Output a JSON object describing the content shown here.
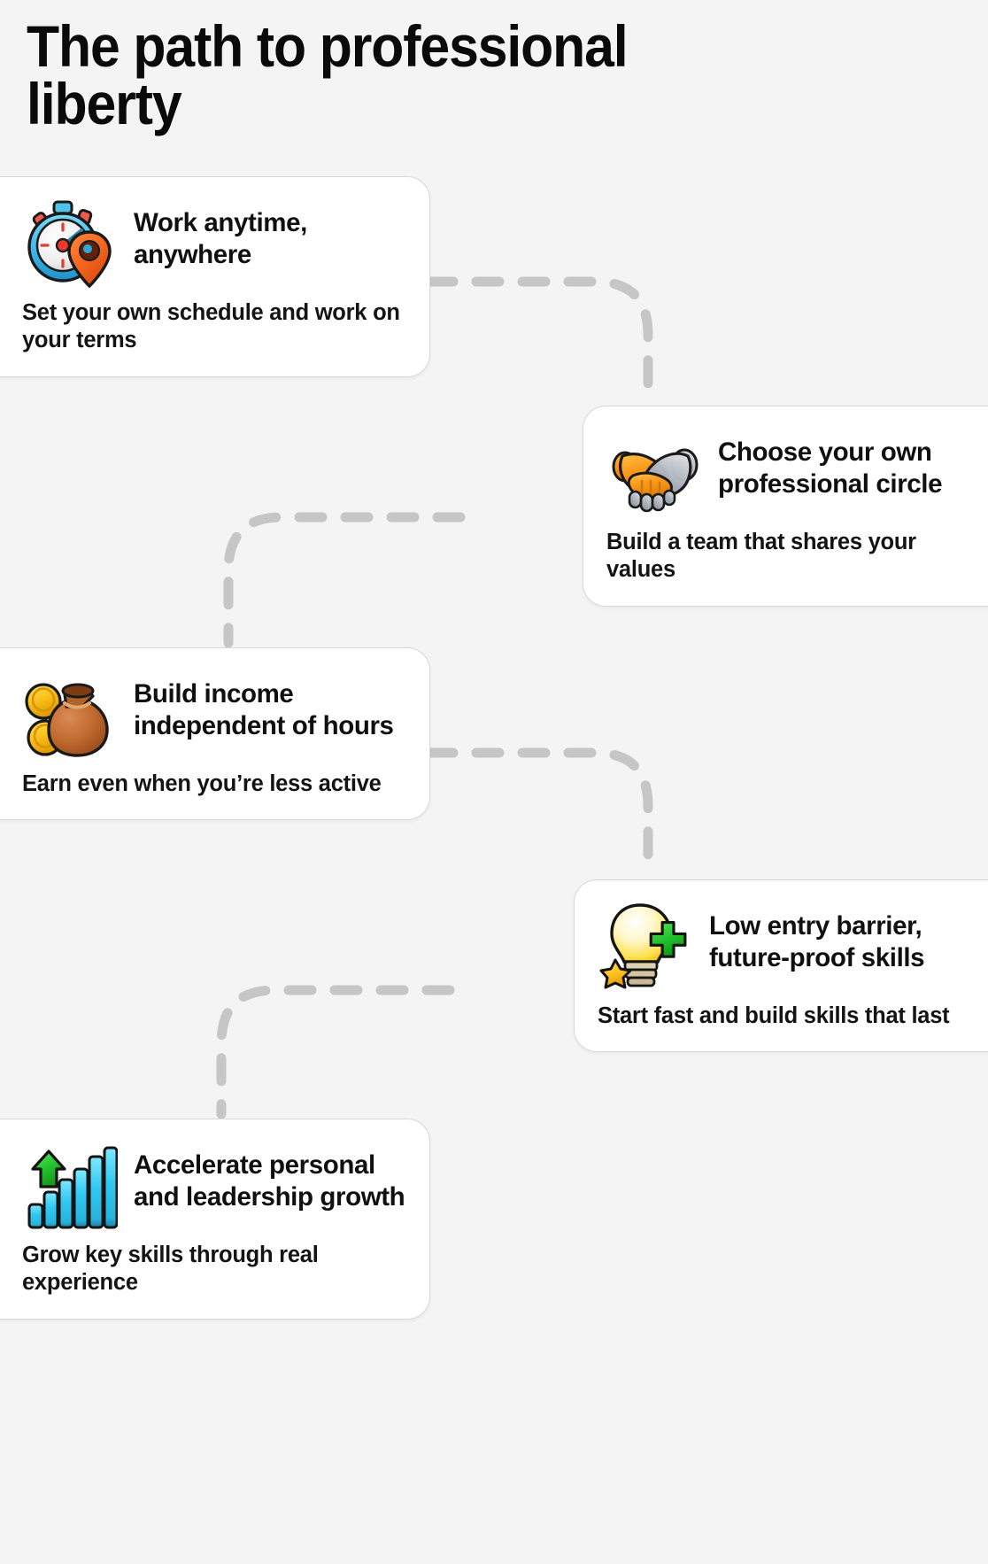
{
  "page": {
    "background_color": "#f4f4f4",
    "card_background": "#ffffff",
    "connector_color": "#c6c6c6",
    "title": "The path to professional\nliberty"
  },
  "cards": [
    {
      "id": "work-anytime-anywhere",
      "icon": "stopwatch-location-pin-icon",
      "title": "Work anytime, anywhere",
      "description": "Set your own schedule and work on your terms",
      "side": "left"
    },
    {
      "id": "choose-your-own-professional-circle",
      "icon": "handshake-icon",
      "title": "Choose your own professional circle",
      "description": "Build a team that shares your values",
      "side": "right"
    },
    {
      "id": "build-income-independent-of-hours",
      "icon": "money-pot-coins-icon",
      "title": "Build income independent of hours",
      "description": "Earn even when you’re less active",
      "side": "left"
    },
    {
      "id": "low-entry-barrier-future-proof-skills",
      "icon": "lightbulb-plus-star-icon",
      "title": "Low entry barrier, future-proof skills",
      "description": "Start fast and build skills that last",
      "side": "right"
    },
    {
      "id": "accelerate-personal-and-leadership-growth",
      "icon": "growth-bar-chart-arrow-icon",
      "title": "Accelerate personal and leadership growth",
      "description": "Grow key skills through real experience",
      "side": "left"
    }
  ]
}
